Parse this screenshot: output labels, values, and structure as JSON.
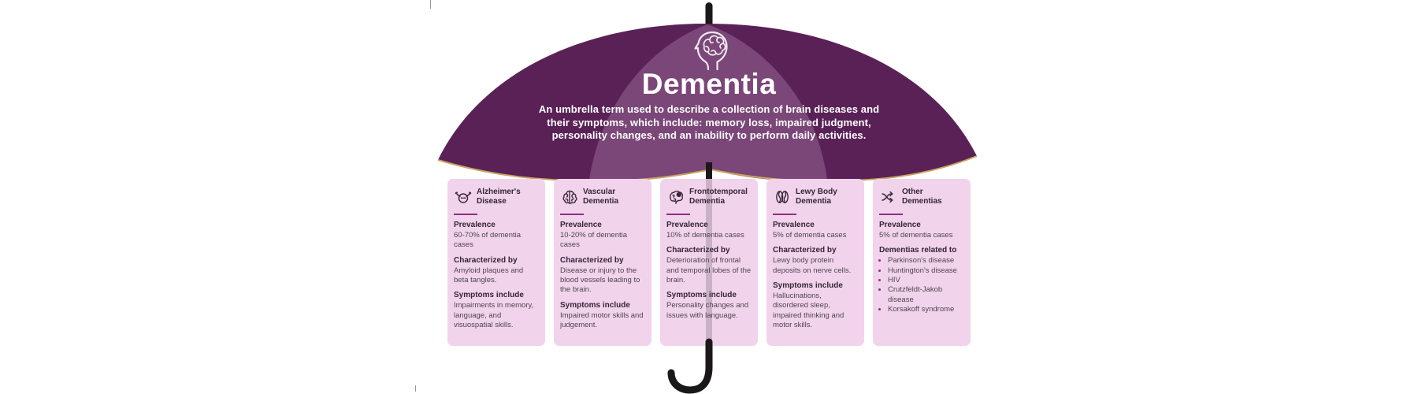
{
  "colors": {
    "canopy": "#5a2157",
    "canopy_panel": "#7b4678",
    "edge_gold": "#c8a35f",
    "card_bg": "#f2d3ec",
    "divider": "#8e2f7e",
    "heading_text": "#322733",
    "body_text": "#4c474b",
    "pole": "#1b181a",
    "white": "#ffffff"
  },
  "umbrella": {
    "icon": "head-brain-icon",
    "title": "Dementia",
    "subtitle_lines": [
      "An umbrella term used to describe a collection of brain diseases and",
      "their symptoms, which include: memory loss, impaired judgment,",
      "personality changes, and an inability to perform daily activities."
    ]
  },
  "cards": [
    {
      "icon": "confused-person-icon",
      "title_lines": [
        "Alzheimer's",
        "Disease"
      ],
      "sections": [
        {
          "heading": "Prevalence",
          "body": "60-70% of dementia cases"
        },
        {
          "heading": "Characterized by",
          "body": "Amyloid plaques and beta tangles."
        },
        {
          "heading": "Symptoms include",
          "body": "Impairments in memory, language, and visuospatial skills."
        }
      ]
    },
    {
      "icon": "brain-front-icon",
      "title_lines": [
        "Vascular",
        "Dementia"
      ],
      "sections": [
        {
          "heading": "Prevalence",
          "body": "10-20% of dementia cases"
        },
        {
          "heading": "Characterized by",
          "body": "Disease or injury to the blood vessels leading to the brain."
        },
        {
          "heading": "Symptoms include",
          "body": "Impaired motor skills and judgement."
        }
      ]
    },
    {
      "icon": "brain-side-icon",
      "title_lines": [
        "Frontotemporal",
        "Dementia"
      ],
      "sections": [
        {
          "heading": "Prevalence",
          "body": "10% of dementia cases"
        },
        {
          "heading": "Characterized by",
          "body": "Deterioration of frontal and temporal lobes of the brain."
        },
        {
          "heading": "Symptoms include",
          "body": "Personality changes and issues with language."
        }
      ]
    },
    {
      "icon": "brain-top-icon",
      "title_lines": [
        "Lewy Body",
        "Dementia"
      ],
      "sections": [
        {
          "heading": "Prevalence",
          "body": "5% of dementia cases"
        },
        {
          "heading": "Characterized by",
          "body": "Lewy body protein deposits on nerve cells."
        },
        {
          "heading": "Symptoms include",
          "body": "Hallucinations, disordered sleep, impaired thinking and motor skills."
        }
      ]
    },
    {
      "icon": "shuffle-arrows-icon",
      "title_lines": [
        "Other",
        "Dementias"
      ],
      "sections": [
        {
          "heading": "Prevalence",
          "body": "5% of dementia cases"
        },
        {
          "heading": "Dementias related to",
          "bullets": [
            "Parkinson's disease",
            "Huntington's disease",
            "HIV",
            "Crutzfeldt-Jakob disease",
            "Korsakoff syndrome"
          ]
        }
      ]
    }
  ]
}
